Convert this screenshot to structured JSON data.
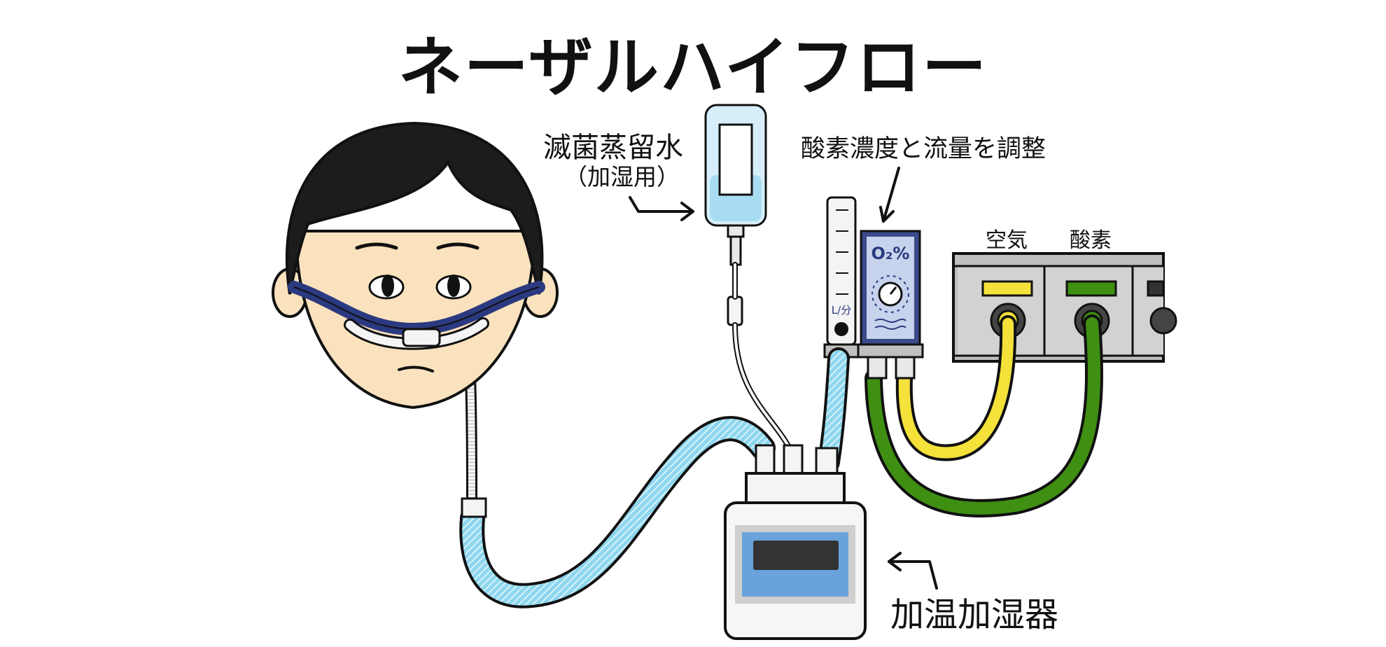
{
  "title": "ネーザルハイフロー",
  "labels": {
    "water": "滅菌蒸留水",
    "water_note": "（加湿用）",
    "adjust": "酸素濃度と流量を調整",
    "air": "空気",
    "oxygen": "酸素",
    "humidifier": "加温加湿器"
  },
  "device": {
    "o2_meter_text": "O₂%",
    "flowmeter_unit": "L/分"
  },
  "colors": {
    "skin": "#fbe2be",
    "hair": "#1c1c1c",
    "cannula_strap": "#2b3a80",
    "tube_blue": "#8ed7ee",
    "air_yellow": "#f4e13a",
    "oxygen_green": "#3f8f12",
    "panel_gray": "#cfcfcf",
    "humidifier_screen": "#6aa3dc",
    "outline": "#111111"
  }
}
